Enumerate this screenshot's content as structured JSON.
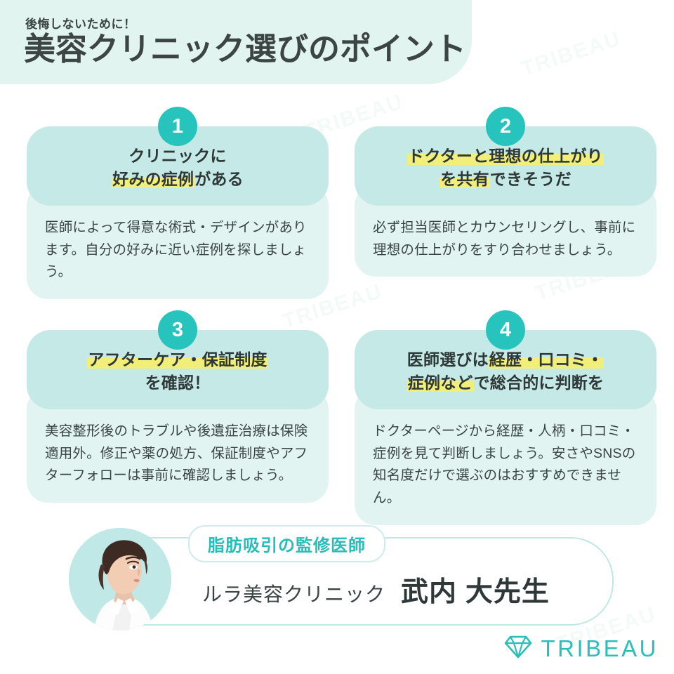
{
  "header": {
    "kicker": "後悔しないために！",
    "title": "美容クリニック選びのポイント"
  },
  "cards": [
    {
      "number": "1",
      "title_parts": [
        {
          "text": "クリニックに",
          "highlight": false,
          "break_after": true
        },
        {
          "text": "好みの症例",
          "highlight": true
        },
        {
          "text": "がある",
          "highlight": false
        }
      ],
      "title_plain": "クリニックに 好みの症例がある",
      "body": "医師によって得意な術式・デザインがあります。自分の好みに近い症例を探しましょう。"
    },
    {
      "number": "2",
      "title_parts": [
        {
          "text": "ドクターと理想の仕上がり",
          "highlight": true,
          "break_after": true
        },
        {
          "text": "を共有",
          "highlight": true
        },
        {
          "text": "できそうだ",
          "highlight": false
        }
      ],
      "title_plain": "ドクターと理想の仕上がり を共有できそうだ",
      "body": "必ず担当医師とカウンセリングし、事前に理想の仕上がりをすり合わせましょう。"
    },
    {
      "number": "3",
      "title_parts": [
        {
          "text": "アフターケア・保証制度",
          "highlight": true,
          "break_after": true
        },
        {
          "text": "を確認！",
          "highlight": false
        }
      ],
      "title_plain": "アフターケア・保証制度 を確認！",
      "body": "美容整形後のトラブルや後遺症治療は保険適用外。修正や薬の処方、保証制度やアフターフォローは事前に確認しましょう。"
    },
    {
      "number": "4",
      "title_parts": [
        {
          "text": "医師選びは",
          "highlight": false
        },
        {
          "text": "経歴・口コミ・",
          "highlight": true,
          "break_after": true
        },
        {
          "text": "症例など",
          "highlight": true
        },
        {
          "text": "で総合的に判断を",
          "highlight": false
        }
      ],
      "title_plain": "医師選びは経歴・口コミ・ 症例などで総合的に判断を",
      "body": "ドクターページから経歴・人柄・口コミ・症例を見て判断しましょう。安さやSNSの知名度だけで選ぶのはおすすめできません。"
    }
  ],
  "doctor": {
    "badge": "脂肪吸引の監修医師",
    "clinic": "ルラ美容クリニック",
    "name": "武内 大先生",
    "photo_alt": "doctor-portrait"
  },
  "brand": {
    "name": "TRIBEAU",
    "icon": "diamond-icon"
  },
  "colors": {
    "teal_accent": "#27c4bd",
    "card_head": "#c5e9e6",
    "card_body": "#e1f4f1",
    "banner": "#e2f4f0",
    "highlight_yellow": "#f1ee79",
    "text_dark": "#3b4444",
    "brand_teal": "#2bbfba"
  },
  "watermark_text": "TRIBEAU"
}
